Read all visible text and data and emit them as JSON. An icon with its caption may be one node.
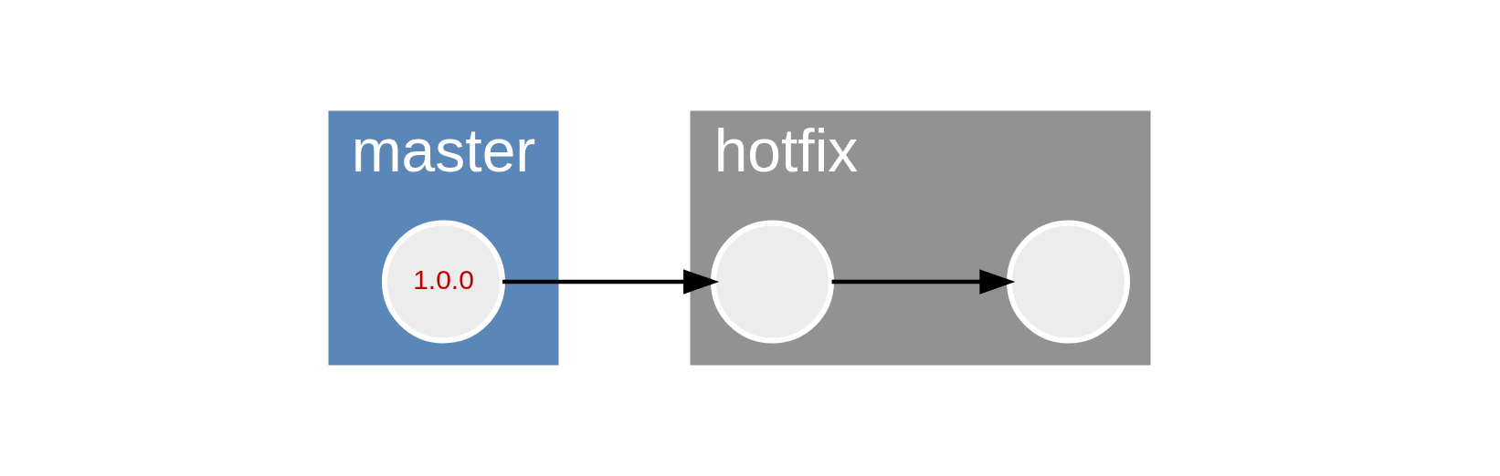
{
  "diagram": {
    "nodes": [
      {
        "text": [
          "hotfix"
        ]
      },
      {
        "text": [],
        "shape": "circle",
        "in": 0
      },
      {
        "text": [],
        "shape": "circle",
        "in": 0
      },
      {
        "text": [
          "master"
        ]
      },
      {
        "text": [
          "1.0.0"
        ],
        "in": 3
      }
    ],
    "edges": [
      {
        "from": 4,
        "to": 1,
        "arrow": "to"
      },
      {
        "from": 1,
        "to": 2,
        "arrow": "to"
      }
    ]
  }
}
